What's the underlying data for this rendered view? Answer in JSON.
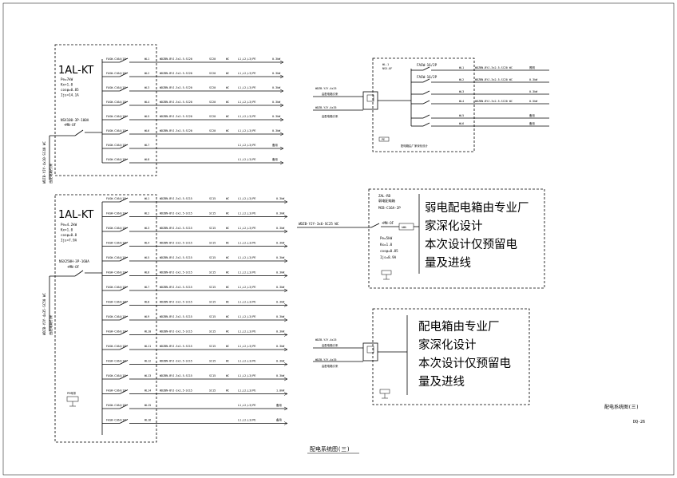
{
  "sheet_title": "配电系统图(三)",
  "title_block": {
    "drawing_name": "配电系统图(三)",
    "drawing_no": "DQ-26"
  },
  "panel1": {
    "name": "1AL-KT",
    "params": [
      "Pe=7kW",
      "Kx=1.0",
      "cosφ=0.85",
      "Ijs=14.1A"
    ],
    "main_breaker": "NSX100-3P-100A",
    "main_switch": "+MN-OF",
    "feeder_cable": "WDZB-YJY-4x10-SC40 WC",
    "feeder_note": "由配电箱引来",
    "circuits": [
      {
        "breaker": "FASW-C16A/1P",
        "id": "WL1",
        "cable": "WDZBN-BYJ-3x2.5-SC20",
        "method": "SC20",
        "lay": "WC",
        "phase": "L1,L2,L3/PE",
        "power": "0.3kW"
      },
      {
        "breaker": "FASW-C16A/1P",
        "id": "WL2",
        "cable": "WDZBN-BYJ-3x2.5-SC20",
        "method": "SC20",
        "lay": "WC",
        "phase": "L1,L2,L3/PE",
        "power": "0.3kW"
      },
      {
        "breaker": "FASW-C16A/1P",
        "id": "WL3",
        "cable": "WDZBN-BYJ-3x2.5-SC20",
        "method": "SC20",
        "lay": "WC",
        "phase": "L1,L2,L3/PE",
        "power": "0.3kW"
      },
      {
        "breaker": "FASW-C16A/1P",
        "id": "WL4",
        "cable": "WDZBN-BYJ-3x2.5-SC20",
        "method": "SC20",
        "lay": "WC",
        "phase": "L1,L2,L3/PE",
        "power": "0.3kW"
      },
      {
        "breaker": "FASW-C16A/1P",
        "id": "WL5",
        "cable": "WDZBN-BYJ-3x2.5-SC20",
        "method": "SC20",
        "lay": "WC",
        "phase": "L1,L2,L3/PE",
        "power": "0.3kW"
      },
      {
        "breaker": "FASW-C16A/1P",
        "id": "WL6",
        "cable": "WDZBN-BYJ-3x2.5-SC20",
        "method": "SC20",
        "lay": "WC",
        "phase": "L1,L2,L3/PE",
        "power": "0.3kW"
      },
      {
        "breaker": "FASW-C16A/1P",
        "id": "WL7",
        "cable": "",
        "method": "",
        "lay": "",
        "phase": "L1,L2,L3/PE",
        "power": "备用"
      },
      {
        "breaker": "FASW-C16A/1P",
        "id": "WL8",
        "cable": "",
        "method": "",
        "lay": "",
        "phase": "L1,L2,L3/PE",
        "power": "备用"
      }
    ]
  },
  "panel2": {
    "name": "1AL-KT",
    "params": [
      "Pe=4.2kW",
      "Kx=1.0",
      "cosφ=0.8",
      "Ijs=7.9A"
    ],
    "main_breaker": "NSX250H-3P-160A",
    "main_switch": "+MN-OF",
    "feeder_cable": "WDZB-YJY-4x35-SC50 WC",
    "feeder_note": "由配电箱引来",
    "meter": "PE母排",
    "circuits": [
      {
        "breaker": "FASW-C16A/1P",
        "id": "WL1",
        "cable": "WDZBN-BYJ-3x2.5-SC15",
        "method": "SC15",
        "lay": "WC",
        "phase": "L1,L2,L3/PE",
        "power": "0.3kW"
      },
      {
        "breaker": "FASW-C16A/1P",
        "id": "WL2",
        "cable": "WDZBN-BYJ-3x2.5-SC15",
        "method": "SC15",
        "lay": "WC",
        "phase": "L1,L2,L3/PE",
        "power": "0.3kW"
      },
      {
        "breaker": "FASW-C16A/1P",
        "id": "WL3",
        "cable": "WDZBN-BYJ-3x2.5-SC15",
        "method": "SC15",
        "lay": "WC",
        "phase": "L1,L2,L3/PE",
        "power": "0.3kW"
      },
      {
        "breaker": "FASW-C16A/1P",
        "id": "WL4",
        "cable": "WDZBN-BYJ-3x2.5-SC15",
        "method": "SC15",
        "lay": "WC",
        "phase": "L1,L2,L3/PE",
        "power": "0.3kW"
      },
      {
        "breaker": "FASW-C16A/1P",
        "id": "WL5",
        "cable": "WDZBN-BYJ-3x2.5-SC15",
        "method": "SC15",
        "lay": "WC",
        "phase": "L1,L2,L3/PE",
        "power": "0.3kW"
      },
      {
        "breaker": "FASW-C16A/1P",
        "id": "WL6",
        "cable": "WDZBN-BYJ-3x2.5-SC15",
        "method": "SC15",
        "lay": "WC",
        "phase": "L1,L2,L3/PE",
        "power": "0.3kW"
      },
      {
        "breaker": "FASW-C16A/1P",
        "id": "WL7",
        "cable": "WDZBN-BYJ-3x2.5-SC15",
        "method": "SC15",
        "lay": "WC",
        "phase": "L1,L2,L3/PE",
        "power": "0.3kW"
      },
      {
        "breaker": "FASW-C16A/1P",
        "id": "WL8",
        "cable": "WDZBN-BYJ-3x2.5-SC15",
        "method": "SC15",
        "lay": "WC",
        "phase": "L1,L2,L3/PE",
        "power": "0.3kW"
      },
      {
        "breaker": "FASW-C16A/1P",
        "id": "WL9",
        "cable": "WDZBN-BYJ-3x2.5-SC15",
        "method": "SC15",
        "lay": "WC",
        "phase": "L1,L2,L3/PE",
        "power": "0.3kW"
      },
      {
        "breaker": "FASW-C16A/1P",
        "id": "WL10",
        "cable": "WDZBN-BYJ-3x2.5-SC15",
        "method": "SC15",
        "lay": "WC",
        "phase": "L1,L2,L3/PE",
        "power": "0.3kW"
      },
      {
        "breaker": "FASW-C16A/1P",
        "id": "WL11",
        "cable": "WDZBN-BYJ-3x2.5-SC15",
        "method": "SC15",
        "lay": "WC",
        "phase": "L1,L2,L3/PE",
        "power": "0.3kW"
      },
      {
        "breaker": "FASW-C16A/1P",
        "id": "WL12",
        "cable": "WDZBN-BYJ-3x2.5-SC15",
        "method": "SC15",
        "lay": "WC",
        "phase": "L1,L2,L3/PE",
        "power": "0.3kW"
      },
      {
        "breaker": "FASW-C16A/1P",
        "id": "WL13",
        "cable": "WDZBN-BYJ-3x2.5-SC15",
        "method": "SC15",
        "lay": "WC",
        "phase": "L1,L2,L3/PE",
        "power": "0.3kW"
      },
      {
        "breaker": "FASW-C16A/1P",
        "id": "WL14",
        "cable": "WDZBN-BYJ-3x2.5-SC15",
        "method": "SC15",
        "lay": "WC",
        "phase": "L1,L2,L3/PE",
        "power": "1.0kW"
      },
      {
        "breaker": "FASW-C16A/1P",
        "id": "WL15",
        "cable": "",
        "method": "",
        "lay": "",
        "phase": "L1,L2,L3/PE",
        "power": "备用"
      },
      {
        "breaker": "FASW-C16A/1P",
        "id": "WL16",
        "cable": "",
        "method": "",
        "lay": "",
        "phase": "L1,L2,L3/PE",
        "power": "备用"
      }
    ]
  },
  "panel3": {
    "top_label": "WL-1",
    "breaker_label": "NSX-OF",
    "in1": "WDZB-YJY-4x25",
    "in1b": "由配电箱引来",
    "in2": "WDZB-YJY-4x35",
    "in2b": "由配电箱引来",
    "circuits": [
      {
        "breaker": "FASW-16/2P",
        "id": "WL1",
        "cable": "WDZBN-BYJ-3x2.5-SC20 WC",
        "power": "照明"
      },
      {
        "breaker": "FASW-16/2P",
        "id": "WL2",
        "cable": "WDZBN-BYJ-3x2.5-SC20 WC",
        "power": "0.3kW"
      },
      {
        "breaker": "",
        "id": "WL3",
        "cable": "",
        "power": "0.3kW"
      },
      {
        "breaker": "",
        "id": "WL4",
        "cable": "WDZBN-BYJ-3x2.5-SC20 WC",
        "power": "0.5kW"
      },
      {
        "breaker": "",
        "id": "WL5",
        "cable": "",
        "power": "备用"
      },
      {
        "breaker": "",
        "id": "WL6",
        "cable": "",
        "power": "备用"
      }
    ],
    "bottom_note": "配电箱由厂家深化设计"
  },
  "panel4": {
    "name": "ZAL-RD",
    "sub": "弱电配电箱",
    "breaker": "MCB-C16A-2P",
    "switch": "+MN-OF",
    "feeder": "WDZB-YJY-3x6-SC25 WC",
    "params": [
      "Pe=5kW",
      "Kx=1.0",
      "cosφ=0.85",
      "Ijs=8.9A"
    ],
    "note": [
      "弱电配电箱由专业厂",
      "家深化设计",
      "本次设计仅预留电",
      "量及进线"
    ]
  },
  "panel5": {
    "in1": "WDZB-YJY-4x25",
    "in1b": "由配电箱引来",
    "in2": "WDZB-YJY-4x35",
    "in2b": "由配电箱引来",
    "note": [
      "配电箱由专业厂",
      "家深化设计",
      "本次设计仅预留电",
      "量及进线"
    ]
  }
}
